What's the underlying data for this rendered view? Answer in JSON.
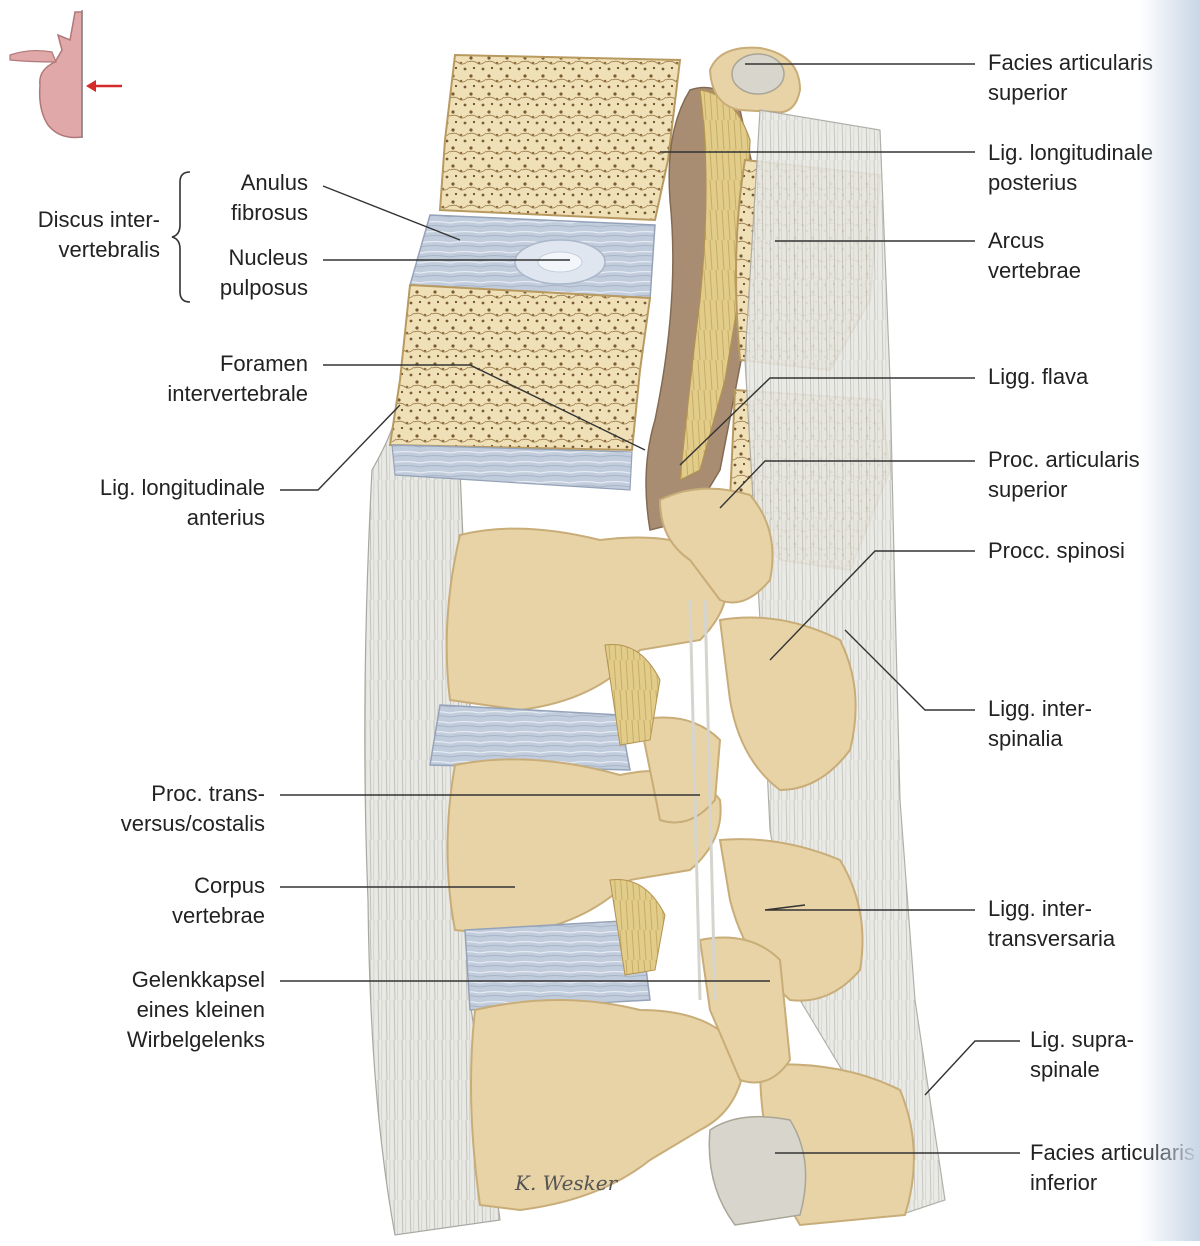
{
  "labels": {
    "facies_art_sup": [
      "Facies articularis",
      "superior"
    ],
    "lig_long_post": [
      "Lig. longitudinale",
      "posterius"
    ],
    "arcus": [
      "Arcus",
      "vertebrae"
    ],
    "ligg_flava": [
      "Ligg. flava"
    ],
    "proc_art_sup": [
      "Proc. articularis",
      "superior"
    ],
    "procc_spinosi": [
      "Procc. spinosi"
    ],
    "ligg_interspinalia": [
      "Ligg. inter-",
      "spinalia"
    ],
    "ligg_intertransversaria": [
      "Ligg. inter-",
      "transversaria"
    ],
    "lig_supraspinale": [
      "Lig. supra-",
      "spinale"
    ],
    "facies_art_inf": [
      "Facies articularis",
      "inferior"
    ],
    "discus": [
      "Discus inter-",
      "vertebralis"
    ],
    "anulus": [
      "Anulus",
      "fibrosus"
    ],
    "nucleus": [
      "Nucleus",
      "pulposus"
    ],
    "foramen": [
      "Foramen",
      "intervertebrale"
    ],
    "lig_long_ant": [
      "Lig. longitudinale",
      "anterius"
    ],
    "proc_trans": [
      "Proc. trans-",
      "versus/costalis"
    ],
    "corpus": [
      "Corpus",
      "vertebrae"
    ],
    "gelenk": [
      "Gelenkkapsel",
      "eines kleinen",
      "Wirbelgelenks"
    ]
  },
  "signature": "K. Wesker",
  "colors": {
    "bone": "#e7d3a6",
    "bone_shadow": "#c9ad78",
    "cancellous": "#efe0b8",
    "cancellous_dots": "#7a5a30",
    "disc": "#b9c5d6",
    "ligament": "#e6e6e2",
    "ligament_lines": "#b6b6b0",
    "flava": "#e4cf8f",
    "line": "#333333",
    "arrow": "#d42a2a",
    "orient": "#e0a8a8"
  }
}
